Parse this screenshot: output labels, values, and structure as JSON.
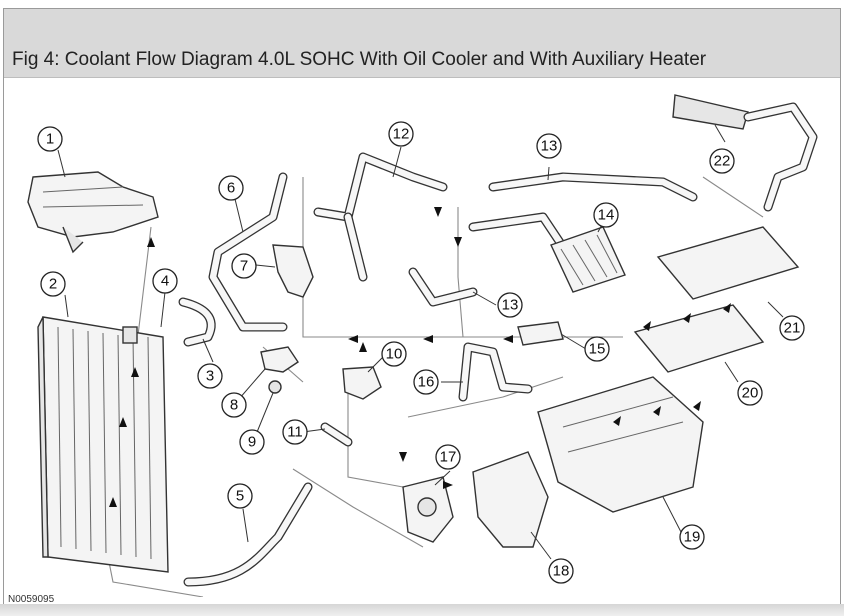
{
  "title": "Fig 4: Coolant Flow Diagram 4.0L SOHC With Oil Cooler and With Auxiliary Heater",
  "image_code": "N0059095",
  "callouts": [
    "1",
    "2",
    "3",
    "4",
    "5",
    "6",
    "7",
    "8",
    "9",
    "10",
    "11",
    "12",
    "13",
    "13",
    "14",
    "15",
    "16",
    "17",
    "18",
    "19",
    "20",
    "21",
    "22"
  ],
  "colors": {
    "header_bg": "#d9d9d9",
    "line": "#333333",
    "arrow": "#111111"
  }
}
